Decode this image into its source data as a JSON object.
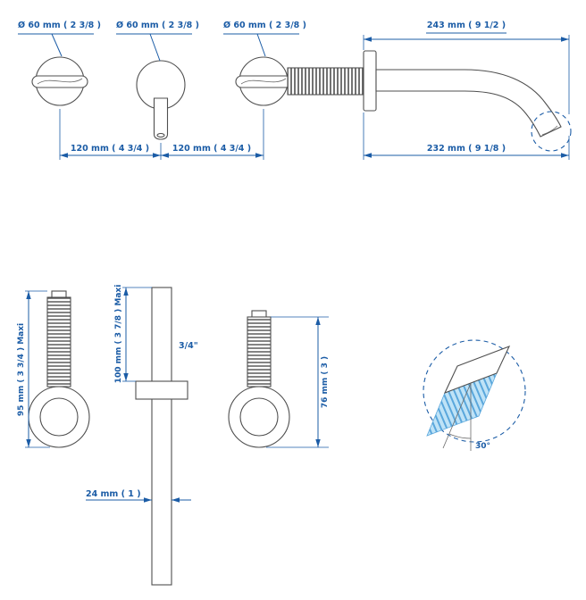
{
  "colors": {
    "dimension_blue": "#1b5ca6",
    "line_gray": "#4f4f4f",
    "spray_fill": "#bfe3f7",
    "spray_hatch": "#5aa7dc"
  },
  "top_view": {
    "dia_label_1": "Ø 60 mm ( 2 3/8 )",
    "dia_label_2": "Ø 60 mm ( 2 3/8 )",
    "dia_label_3": "Ø 60 mm ( 2 3/8 )",
    "spout_length": "243 mm ( 9 1/2 )",
    "spacing_left": "120 mm ( 4 3/4 )",
    "spacing_right": "120 mm ( 4 3/4 )",
    "spout_reach": "232 mm ( 9 1/8 )"
  },
  "side_view": {
    "left_handle_height": "95 mm ( 3 3/4 ) Maxi",
    "spout_riser_height": "100 mm ( 3 7/8 ) Maxi",
    "thread_size": "3/4\"",
    "right_handle_height": "76 mm ( 3 )",
    "pipe_diameter": "24 mm ( 1 )"
  },
  "detail": {
    "spray_angle": "30°"
  }
}
